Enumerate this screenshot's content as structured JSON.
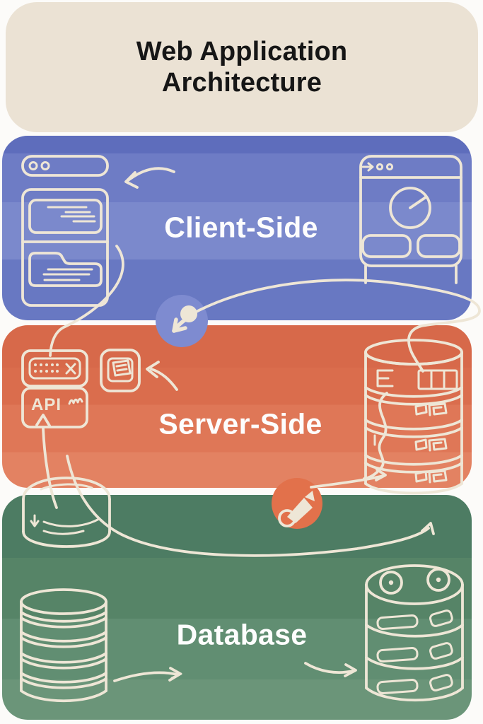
{
  "title": "Web Application Architecture",
  "layers": [
    {
      "id": "client",
      "label": "Client-Side"
    },
    {
      "id": "server",
      "label": "Server-Side"
    },
    {
      "id": "database",
      "label": "Database"
    }
  ],
  "art": {
    "api_label": "API",
    "stroke_color": "#eee6d6",
    "icons": [
      "browser-window",
      "dashboard-window",
      "click-cursor",
      "api-box",
      "receipt",
      "server-stack",
      "cache-cylinder",
      "megaphone",
      "database-cylinder",
      "storage-stack"
    ],
    "connectors": [
      "refresh-swoosh-arrow",
      "client-to-api-curve",
      "request-flow-arc",
      "receipt-arrow",
      "api-up-arrow",
      "notify-line-arrow",
      "db-sync-curve",
      "db-to-db-arrow",
      "to-storage-arrow",
      "server-wire"
    ]
  },
  "colors": {
    "page_bg": "#fcfbf9",
    "header_bg": "#ebe2d4",
    "title_text": "#161616",
    "label_text": "#fdfdfd",
    "client_stripes": [
      "#5e6dbc",
      "#6e7cc5",
      "#7b89cc",
      "#6878c2"
    ],
    "server_stripes": [
      "#d7694a",
      "#da6d4d",
      "#df7757",
      "#e38262"
    ],
    "database_stripes": [
      "#4d7c63",
      "#568467",
      "#618e72",
      "#6b9579"
    ],
    "client_badge_bg": "#7e8bd0",
    "server_badge_bg": "#e2714b"
  }
}
